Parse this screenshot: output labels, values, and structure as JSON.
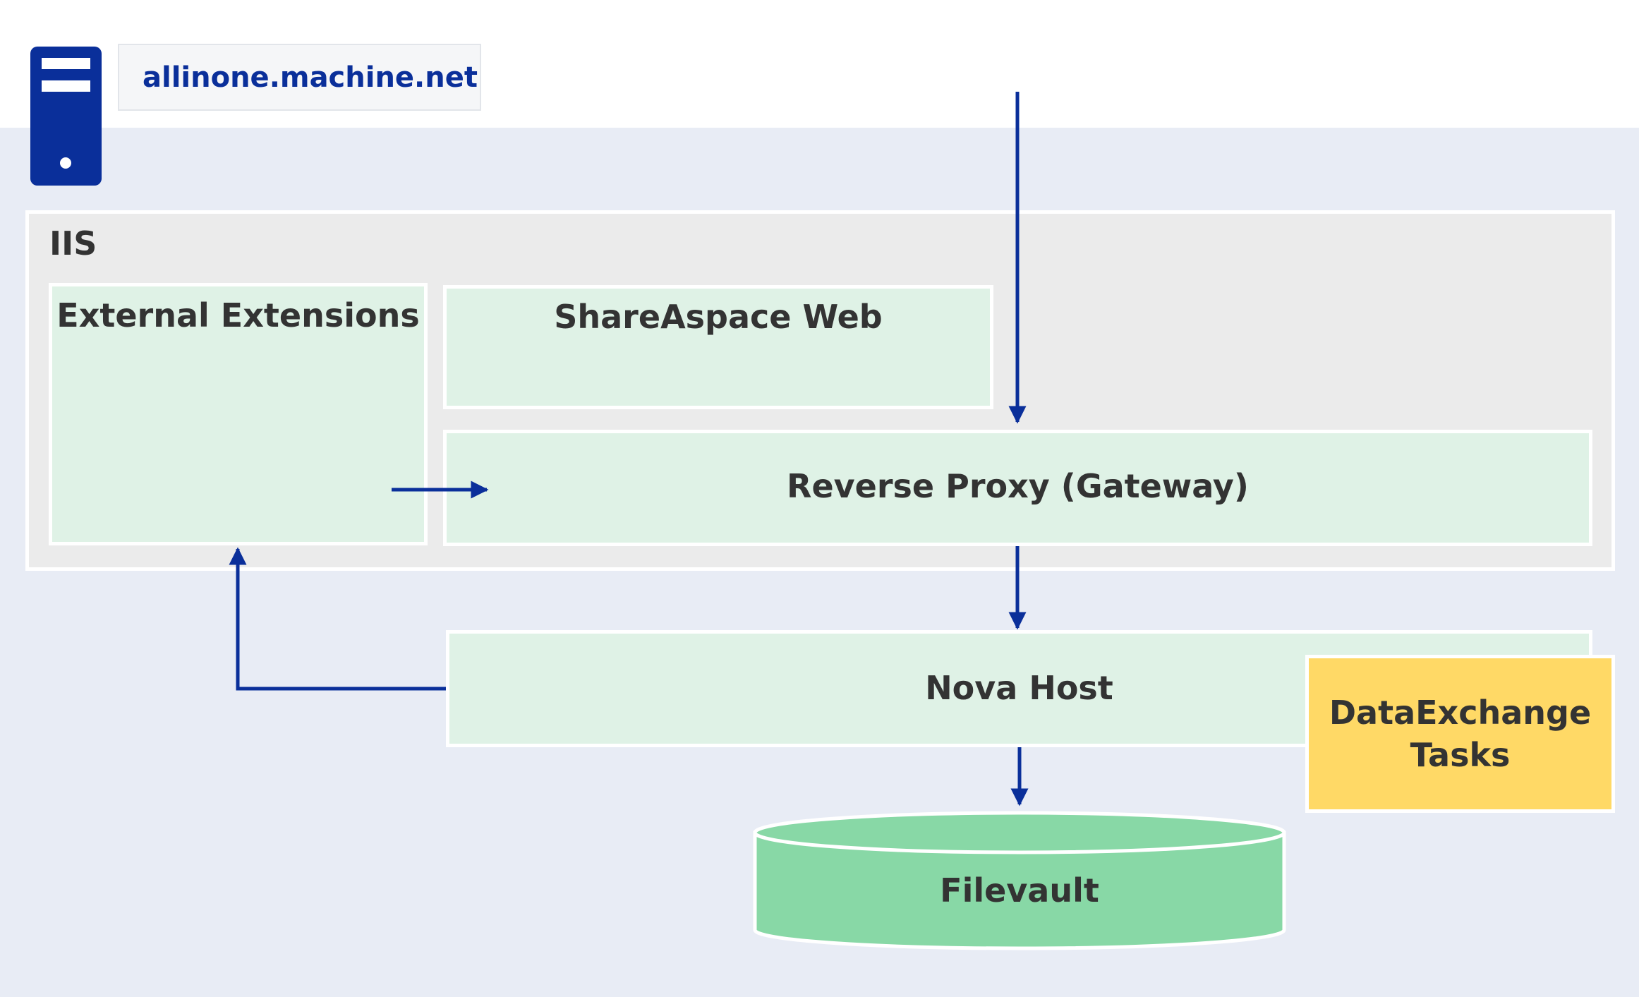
{
  "header": {
    "hostname": "allinone.machine.net",
    "server_icon": "server-icon"
  },
  "iis": {
    "title": "IIS",
    "external_extensions": "External Extensions",
    "shareaspace_web": "ShareAspace Web",
    "reverse_proxy": "Reverse Proxy (Gateway)"
  },
  "nova_host": "Nova Host",
  "dataexchange": {
    "line1": "DataExchange",
    "line2": "Tasks"
  },
  "filevault": "Filevault",
  "colors": {
    "accent": "#0a2f9a",
    "component_fill": "#dff2e6",
    "iis_fill": "#ebebeb",
    "background": "#e8ecf5",
    "dataexchange_fill": "#ffd966",
    "filevault_fill": "#88d8a6"
  }
}
